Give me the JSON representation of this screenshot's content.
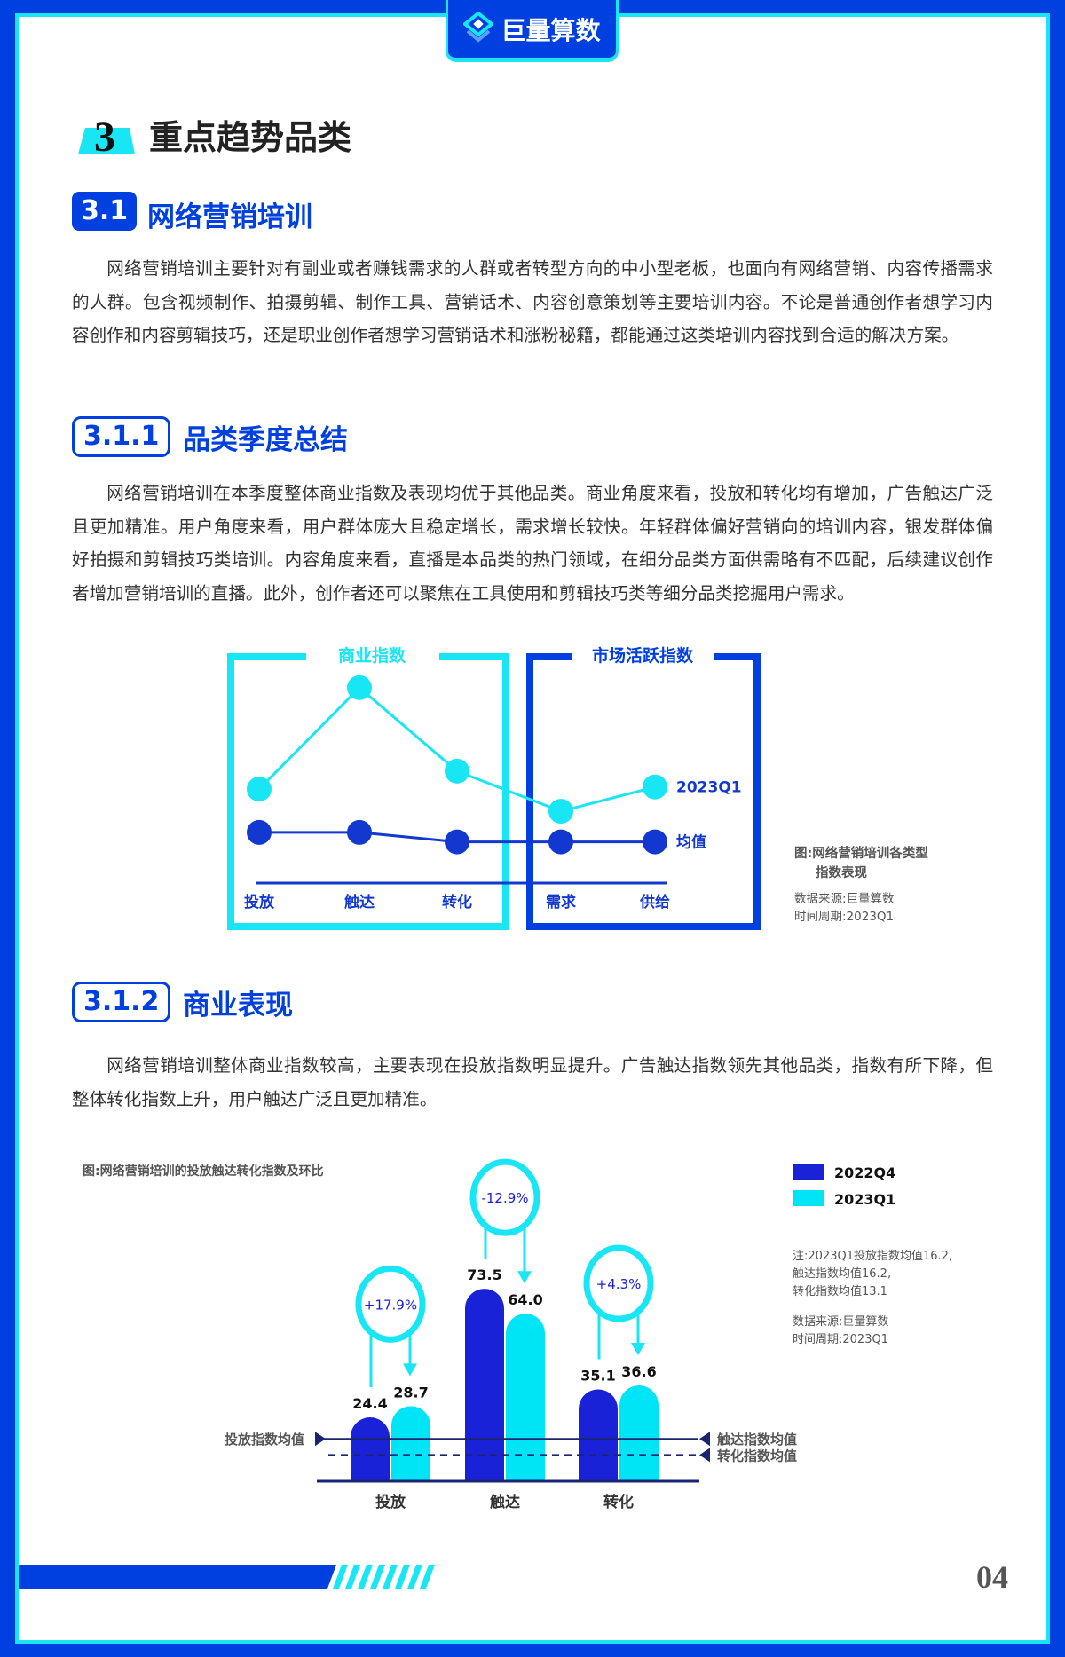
{
  "brand": {
    "name": "巨量算数",
    "logo_icon": "diamond-layers-icon"
  },
  "colors": {
    "primary": "#0040E0",
    "accent": "#19E6F5",
    "dark_series": "#1A22D8"
  },
  "section": {
    "number": "3",
    "title": "重点趋势品类"
  },
  "subsection": {
    "number": "3.1",
    "title": "网络营销培训",
    "paragraph": "网络营销培训主要针对有副业或者赚钱需求的人群或者转型方向的中小型老板，也面向有网络营销、内容传播需求的人群。包含视频制作、拍摄剪辑、制作工具、营销话术、内容创意策划等主要培训内容。不论是普通创作者想学习内容创作和内容剪辑技巧，还是职业创作者想学习营销话术和涨粉秘籍，都能通过这类培训内容找到合适的解决方案。"
  },
  "s311": {
    "number": "3.1.1",
    "title": "品类季度总结",
    "paragraph": "网络营销培训在本季度整体商业指数及表现均优于其他品类。商业角度来看，投放和转化均有增加，广告触达广泛且更加精准。用户角度来看，用户群体庞大且稳定增长，需求增长较快。年轻群体偏好营销向的培训内容，银发群体偏好拍摄和剪辑技巧类培训。内容角度来看，直播是本品类的热门领域，在细分品类方面供需略有不匹配，后续建议创作者增加营销培训的直播。此外，创作者还可以聚焦在工具使用和剪辑技巧类等细分品类挖掘用户需求。",
    "caption_line1": "图:网络营销培训各类型",
    "caption_line2": "指数表现",
    "source": "数据来源:巨量算数",
    "period": "时间周期:2023Q1"
  },
  "s312": {
    "number": "3.1.2",
    "title": "商业表现",
    "paragraph": "网络营销培训整体商业指数较高，主要表现在投放指数明显提升。广告触达指数领先其他品类，指数有所下降，但整体转化指数上升，用户触达广泛且更加精准。",
    "caption": "图:网络营销培训的投放触达转化指数及环比",
    "note1": "注:2023Q1投放指数均值16.2,",
    "note2": "触达指数均值16.2,",
    "note3": "转化指数均值13.1",
    "source": "数据来源:巨量算数",
    "period": "时间周期:2023Q1"
  },
  "chart_data": [
    {
      "type": "line",
      "groups": [
        {
          "label": "商业指数",
          "categories": [
            "投放",
            "触达",
            "转化"
          ]
        },
        {
          "label": "市场活跃指数",
          "categories": [
            "需求",
            "供给"
          ]
        }
      ],
      "categories": [
        "投放",
        "触达",
        "转化",
        "需求",
        "供给"
      ],
      "series": [
        {
          "name": "2023Q1",
          "values": [
            89,
            185,
            106,
            68,
            91
          ],
          "color": "#19E6F5"
        },
        {
          "name": "均值",
          "values": [
            48,
            48,
            39,
            39,
            39
          ],
          "color": "#1238D0"
        }
      ]
    },
    {
      "type": "bar",
      "categories": [
        "投放",
        "触达",
        "转化"
      ],
      "series": [
        {
          "name": "2022Q4",
          "values": [
            24.4,
            73.5,
            35.1
          ],
          "color": "#1A22D8"
        },
        {
          "name": "2023Q1",
          "values": [
            28.7,
            64.0,
            36.6
          ],
          "color": "#00E5F5"
        }
      ],
      "changes": [
        "+17.9%",
        "-12.9%",
        "+4.3%"
      ],
      "reference_lines": [
        {
          "label": "投放指数均值",
          "value": 16.2
        },
        {
          "label": "触达指数均值",
          "value": 16.2
        },
        {
          "label": "转化指数均值",
          "value": 13.1,
          "style": "dashed"
        }
      ],
      "legend": "top-right"
    }
  ],
  "footer": {
    "page": "04"
  }
}
